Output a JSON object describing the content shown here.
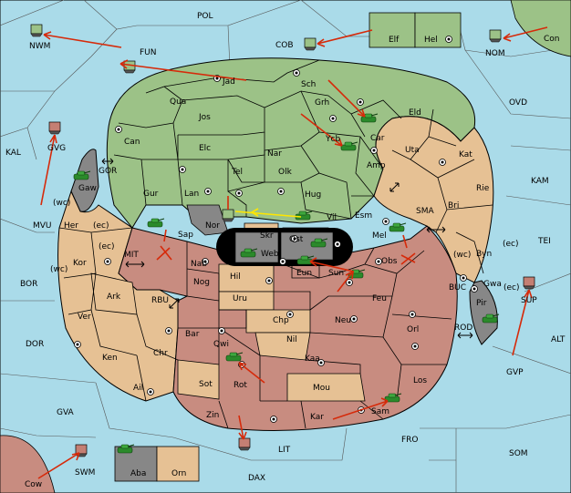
{
  "colors": {
    "sea": "#aadbe9",
    "green_power": "#9cc287",
    "tan_power": "#e6c194",
    "brown_power": "#c88c80",
    "gray_power": "#878787",
    "neutral": "#f0f0f0",
    "order_arrow": "#d62a0a",
    "support_arrow": "#ffe600",
    "army_green": "#2b8a2b",
    "fleet_brown": "#c47f73"
  },
  "sea_labels": [
    {
      "id": "pol",
      "text": "POL"
    },
    {
      "id": "fun",
      "text": "FUN"
    },
    {
      "id": "cob",
      "text": "COB"
    },
    {
      "id": "nwm",
      "text": "NWM"
    },
    {
      "id": "nom",
      "text": "NOM"
    },
    {
      "id": "ovd",
      "text": "OVD"
    },
    {
      "id": "kal",
      "text": "KAL"
    },
    {
      "id": "kam",
      "text": "KAM"
    },
    {
      "id": "gor",
      "text": "GOR"
    },
    {
      "id": "gvg",
      "text": "GVG"
    },
    {
      "id": "mvu",
      "text": "MVU"
    },
    {
      "id": "sma",
      "text": "SMA"
    },
    {
      "id": "tei",
      "text": "TEI"
    },
    {
      "id": "mit",
      "text": "MIT"
    },
    {
      "id": "bor",
      "text": "BOR"
    },
    {
      "id": "rbu",
      "text": "RBU"
    },
    {
      "id": "buc",
      "text": "BUC"
    },
    {
      "id": "rod",
      "text": "ROD"
    },
    {
      "id": "alt",
      "text": "ALT"
    },
    {
      "id": "dor",
      "text": "DOR"
    },
    {
      "id": "gvp",
      "text": "GVP"
    },
    {
      "id": "gva",
      "text": "GVA"
    },
    {
      "id": "fro",
      "text": "FRO"
    },
    {
      "id": "som",
      "text": "SOM"
    },
    {
      "id": "lit",
      "text": "LIT"
    },
    {
      "id": "swm",
      "text": "SWM"
    },
    {
      "id": "dax",
      "text": "DAX"
    },
    {
      "id": "sup",
      "text": "SUP"
    }
  ],
  "land_labels": [
    {
      "id": "elf",
      "text": "Elf"
    },
    {
      "id": "hel",
      "text": "Hel"
    },
    {
      "id": "con",
      "text": "Con"
    },
    {
      "id": "jad",
      "text": "Jad"
    },
    {
      "id": "sch",
      "text": "Sch"
    },
    {
      "id": "qua",
      "text": "Qua"
    },
    {
      "id": "jos",
      "text": "Jos"
    },
    {
      "id": "grh",
      "text": "Grh"
    },
    {
      "id": "eld",
      "text": "Eld"
    },
    {
      "id": "can",
      "text": "Can"
    },
    {
      "id": "car",
      "text": "Car"
    },
    {
      "id": "ycb",
      "text": "Ycb"
    },
    {
      "id": "elc",
      "text": "Elc"
    },
    {
      "id": "nar",
      "text": "Nar"
    },
    {
      "id": "uta",
      "text": "Uta"
    },
    {
      "id": "kat",
      "text": "Kat"
    },
    {
      "id": "amp",
      "text": "Amp"
    },
    {
      "id": "tel",
      "text": "Tel"
    },
    {
      "id": "olk",
      "text": "Olk"
    },
    {
      "id": "gaw",
      "text": "Gaw"
    },
    {
      "id": "gur",
      "text": "Gur"
    },
    {
      "id": "lan",
      "text": "Lan"
    },
    {
      "id": "hug",
      "text": "Hug"
    },
    {
      "id": "rie",
      "text": "Rie"
    },
    {
      "id": "bri",
      "text": "Bri"
    },
    {
      "id": "esm",
      "text": "Esm"
    },
    {
      "id": "vil",
      "text": "Vil"
    },
    {
      "id": "nor",
      "text": "Nor"
    },
    {
      "id": "her",
      "text": "Her"
    },
    {
      "id": "sap",
      "text": "Sap"
    },
    {
      "id": "skr",
      "text": "Skr"
    },
    {
      "id": "ost",
      "text": "Ost"
    },
    {
      "id": "mel",
      "text": "Mel"
    },
    {
      "id": "web",
      "text": "Web"
    },
    {
      "id": "byn",
      "text": "Byn"
    },
    {
      "id": "kor",
      "text": "Kor"
    },
    {
      "id": "nab",
      "text": "Nab"
    },
    {
      "id": "obs",
      "text": "Obs"
    },
    {
      "id": "eun",
      "text": "Eun"
    },
    {
      "id": "sun",
      "text": "Sun"
    },
    {
      "id": "gwa",
      "text": "Gwa"
    },
    {
      "id": "hil",
      "text": "Hil"
    },
    {
      "id": "nog",
      "text": "Nog"
    },
    {
      "id": "ark",
      "text": "Ark"
    },
    {
      "id": "pir",
      "text": "Pir"
    },
    {
      "id": "uru",
      "text": "Uru"
    },
    {
      "id": "feu",
      "text": "Feu"
    },
    {
      "id": "ver",
      "text": "Ver"
    },
    {
      "id": "chp",
      "text": "Chp"
    },
    {
      "id": "neu",
      "text": "Neu"
    },
    {
      "id": "orl",
      "text": "Orl"
    },
    {
      "id": "bar",
      "text": "Bar"
    },
    {
      "id": "qwi",
      "text": "Qwi"
    },
    {
      "id": "nil",
      "text": "Nil"
    },
    {
      "id": "ken",
      "text": "Ken"
    },
    {
      "id": "chr",
      "text": "Chr"
    },
    {
      "id": "kaa",
      "text": "Kaa"
    },
    {
      "id": "ail",
      "text": "Ail"
    },
    {
      "id": "sot",
      "text": "Sot"
    },
    {
      "id": "rot",
      "text": "Rot"
    },
    {
      "id": "mou",
      "text": "Mou"
    },
    {
      "id": "los",
      "text": "Los"
    },
    {
      "id": "sam",
      "text": "Sam"
    },
    {
      "id": "zin",
      "text": "Zin"
    },
    {
      "id": "kar",
      "text": "Kar"
    },
    {
      "id": "aba",
      "text": "Aba"
    },
    {
      "id": "orn",
      "text": "Orn"
    },
    {
      "id": "cow",
      "text": "Cow"
    }
  ],
  "coast_labels": [
    {
      "id": "her-wc",
      "text": "(wc)"
    },
    {
      "id": "her-ec",
      "text": "(ec)"
    },
    {
      "id": "kor-ec",
      "text": "(ec)"
    },
    {
      "id": "kor-wc",
      "text": "(wc)"
    },
    {
      "id": "byn-wc",
      "text": "(wc)"
    },
    {
      "id": "byn-ec",
      "text": "(ec)"
    },
    {
      "id": "gwa-ec",
      "text": "(ec)"
    }
  ]
}
